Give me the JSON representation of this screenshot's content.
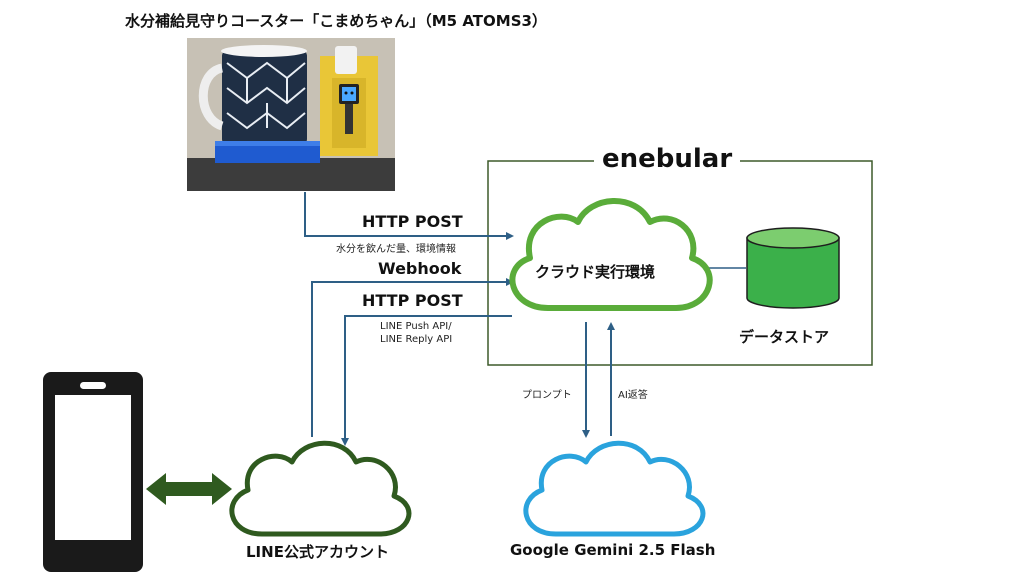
{
  "title": "水分補給見守りコースター「こまめちゃん」（M5 ATOMS3）",
  "platform": {
    "name": "enebular",
    "border_color": "#3d5a2a"
  },
  "cloud_runtime": {
    "label": "クラウド実行環境",
    "color": "#5aac3a"
  },
  "datastore": {
    "label": "データストア",
    "color": "#3bb04a"
  },
  "line_account": {
    "label": "LINE公式アカウント",
    "color": "#2f5a1f"
  },
  "gemini": {
    "label": "Google Gemini 2.5 Flash",
    "color": "#2aa3dd"
  },
  "flows": {
    "device_post": {
      "label": "HTTP POST",
      "detail": "水分を飲んだ量、環境情報"
    },
    "webhook": {
      "label": "Webhook"
    },
    "line_post": {
      "label": "HTTP POST",
      "detail1": "LINE Push API/",
      "detail2": "LINE Reply API"
    },
    "prompt": {
      "label": "プロンプト"
    },
    "ai_reply": {
      "label": "AI返答"
    }
  },
  "colors": {
    "arrow": "#2e5f86",
    "phone": "#1a1a1a",
    "double_arrow": "#2f5a1f"
  }
}
